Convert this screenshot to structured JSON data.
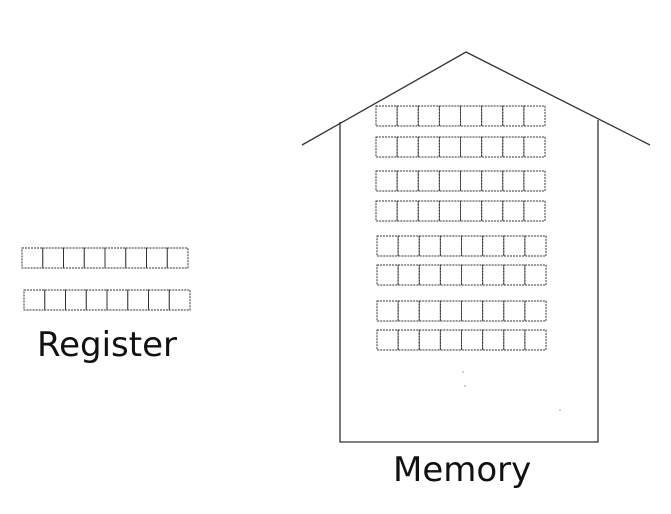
{
  "register": {
    "label": "Register",
    "rows": 2,
    "cells_per_row": 8
  },
  "memory": {
    "label": "Memory",
    "rows": 8,
    "cells_per_row": 8
  },
  "colors": {
    "stroke": "#333333",
    "text": "#111111"
  }
}
